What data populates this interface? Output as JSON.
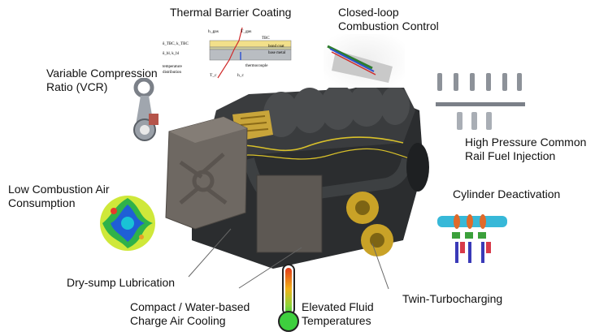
{
  "labels": {
    "thermal_barrier": "Thermal Barrier Coating",
    "closed_loop": [
      "Closed-loop",
      "Combustion Control"
    ],
    "vcr": [
      "Variable Compression",
      "Ratio (VCR)"
    ],
    "high_pressure": [
      "High Pressure Common",
      "Rail Fuel Injection"
    ],
    "low_combustion": [
      "Low Combustion Air",
      "Consumption"
    ],
    "cylinder_deactivation": "Cylinder Deactivation",
    "dry_sump": "Dry-sump Lubrication",
    "compact_cooling": [
      "Compact / Water-based",
      "Charge Air Cooling"
    ],
    "elevated_fluid": [
      "Elevated Fluid",
      "Temperatures"
    ],
    "twin_turbo": "Twin-Turbocharging"
  },
  "tbc_diagram": {
    "h_top": "h_gas",
    "t_top": "T_gas",
    "left_top": "δ_TBC, k_TBC",
    "left_bottom": "δ_bl, k_bl",
    "layers": [
      "TBC",
      "bond coat",
      "base metal"
    ],
    "thermocouple": "thermocouple",
    "temp_dist": [
      "temperature",
      "distribution"
    ],
    "t_bottom": "T_c",
    "h_bottom": "h_c"
  },
  "colors": {
    "engine_dark": "#2f3133",
    "engine_mid": "#4a4c4e",
    "tank": "#6e6862",
    "turbo": "#c9a227",
    "tbc_layer": "#f2e08a",
    "base_metal": "#b9bdc2",
    "red_line": "#d02a2a",
    "blue_line": "#2a4fd0",
    "thermo_red": "#e23a1a",
    "thermo_green": "#3ecf3e"
  }
}
